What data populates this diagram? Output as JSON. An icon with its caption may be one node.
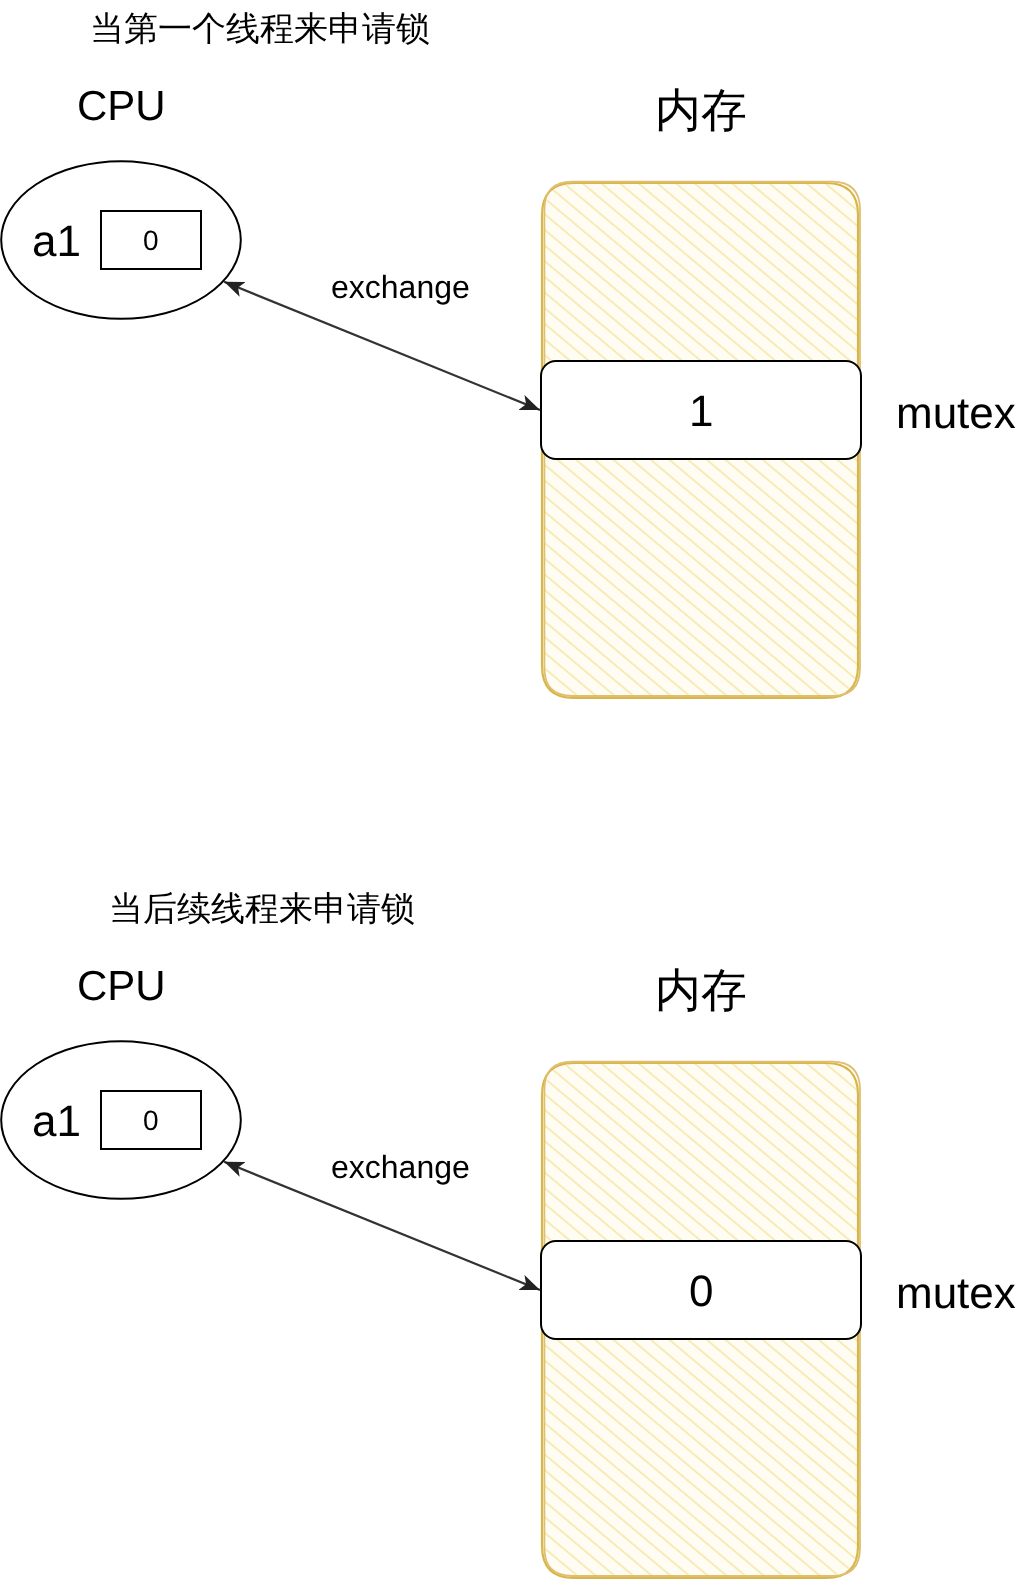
{
  "diagram": {
    "nodes": [
      {
        "text": [
          "CPU",
          "a1"
        ]
      },
      {
        "text": [
          "0"
        ],
        "in": 0
      },
      {
        "text": [
          "内存"
        ]
      },
      {
        "text": [
          "1"
        ],
        "in": 2,
        "beside": [
          "mutex"
        ]
      },
      {
        "text": [
          "CPU",
          "a1"
        ]
      },
      {
        "text": [
          "0"
        ],
        "in": 4
      },
      {
        "text": [
          "内存"
        ]
      },
      {
        "text": [
          "0"
        ],
        "in": 6,
        "beside": [
          "mutex"
        ]
      }
    ],
    "edges": [
      {
        "from": 0,
        "to": 3,
        "arrow": "both",
        "label": "exchange"
      },
      {
        "from": 4,
        "to": 7,
        "arrow": "both",
        "label": "exchange"
      }
    ],
    "labels": [
      "当第一个线程来申请锁",
      "当后续线程来申请锁"
    ]
  }
}
